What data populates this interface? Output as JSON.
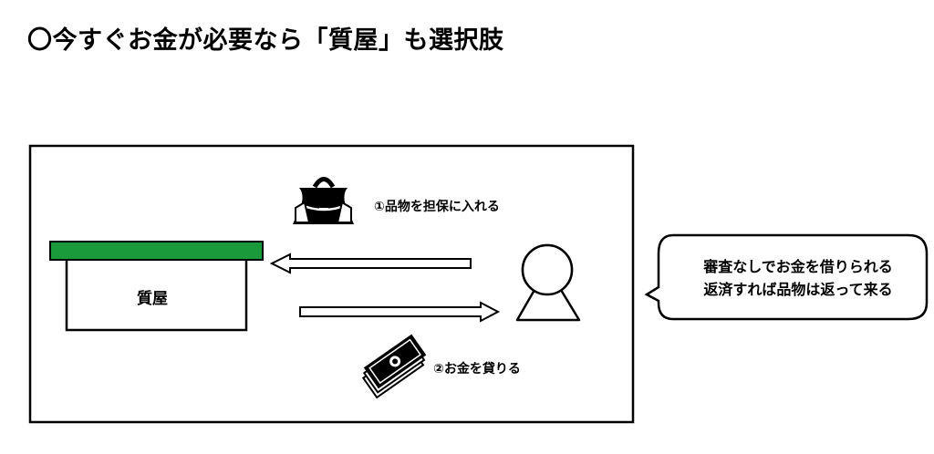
{
  "heading": "〇今すぐお金が必要なら「質屋」も選択肢",
  "diagram": {
    "shop_label": "質屋",
    "step1_label": "①品物を担保に入れる",
    "step2_label": "②お金を貸りる",
    "shop_roof_color": "#1a9a3a",
    "item_icon": "bag-icon",
    "money_icon": "banknotes-icon",
    "person_icon": "person-icon"
  },
  "callout": {
    "line1": "審査なしでお金を借りられる",
    "line2": "返済すれば品物は返って来る"
  }
}
